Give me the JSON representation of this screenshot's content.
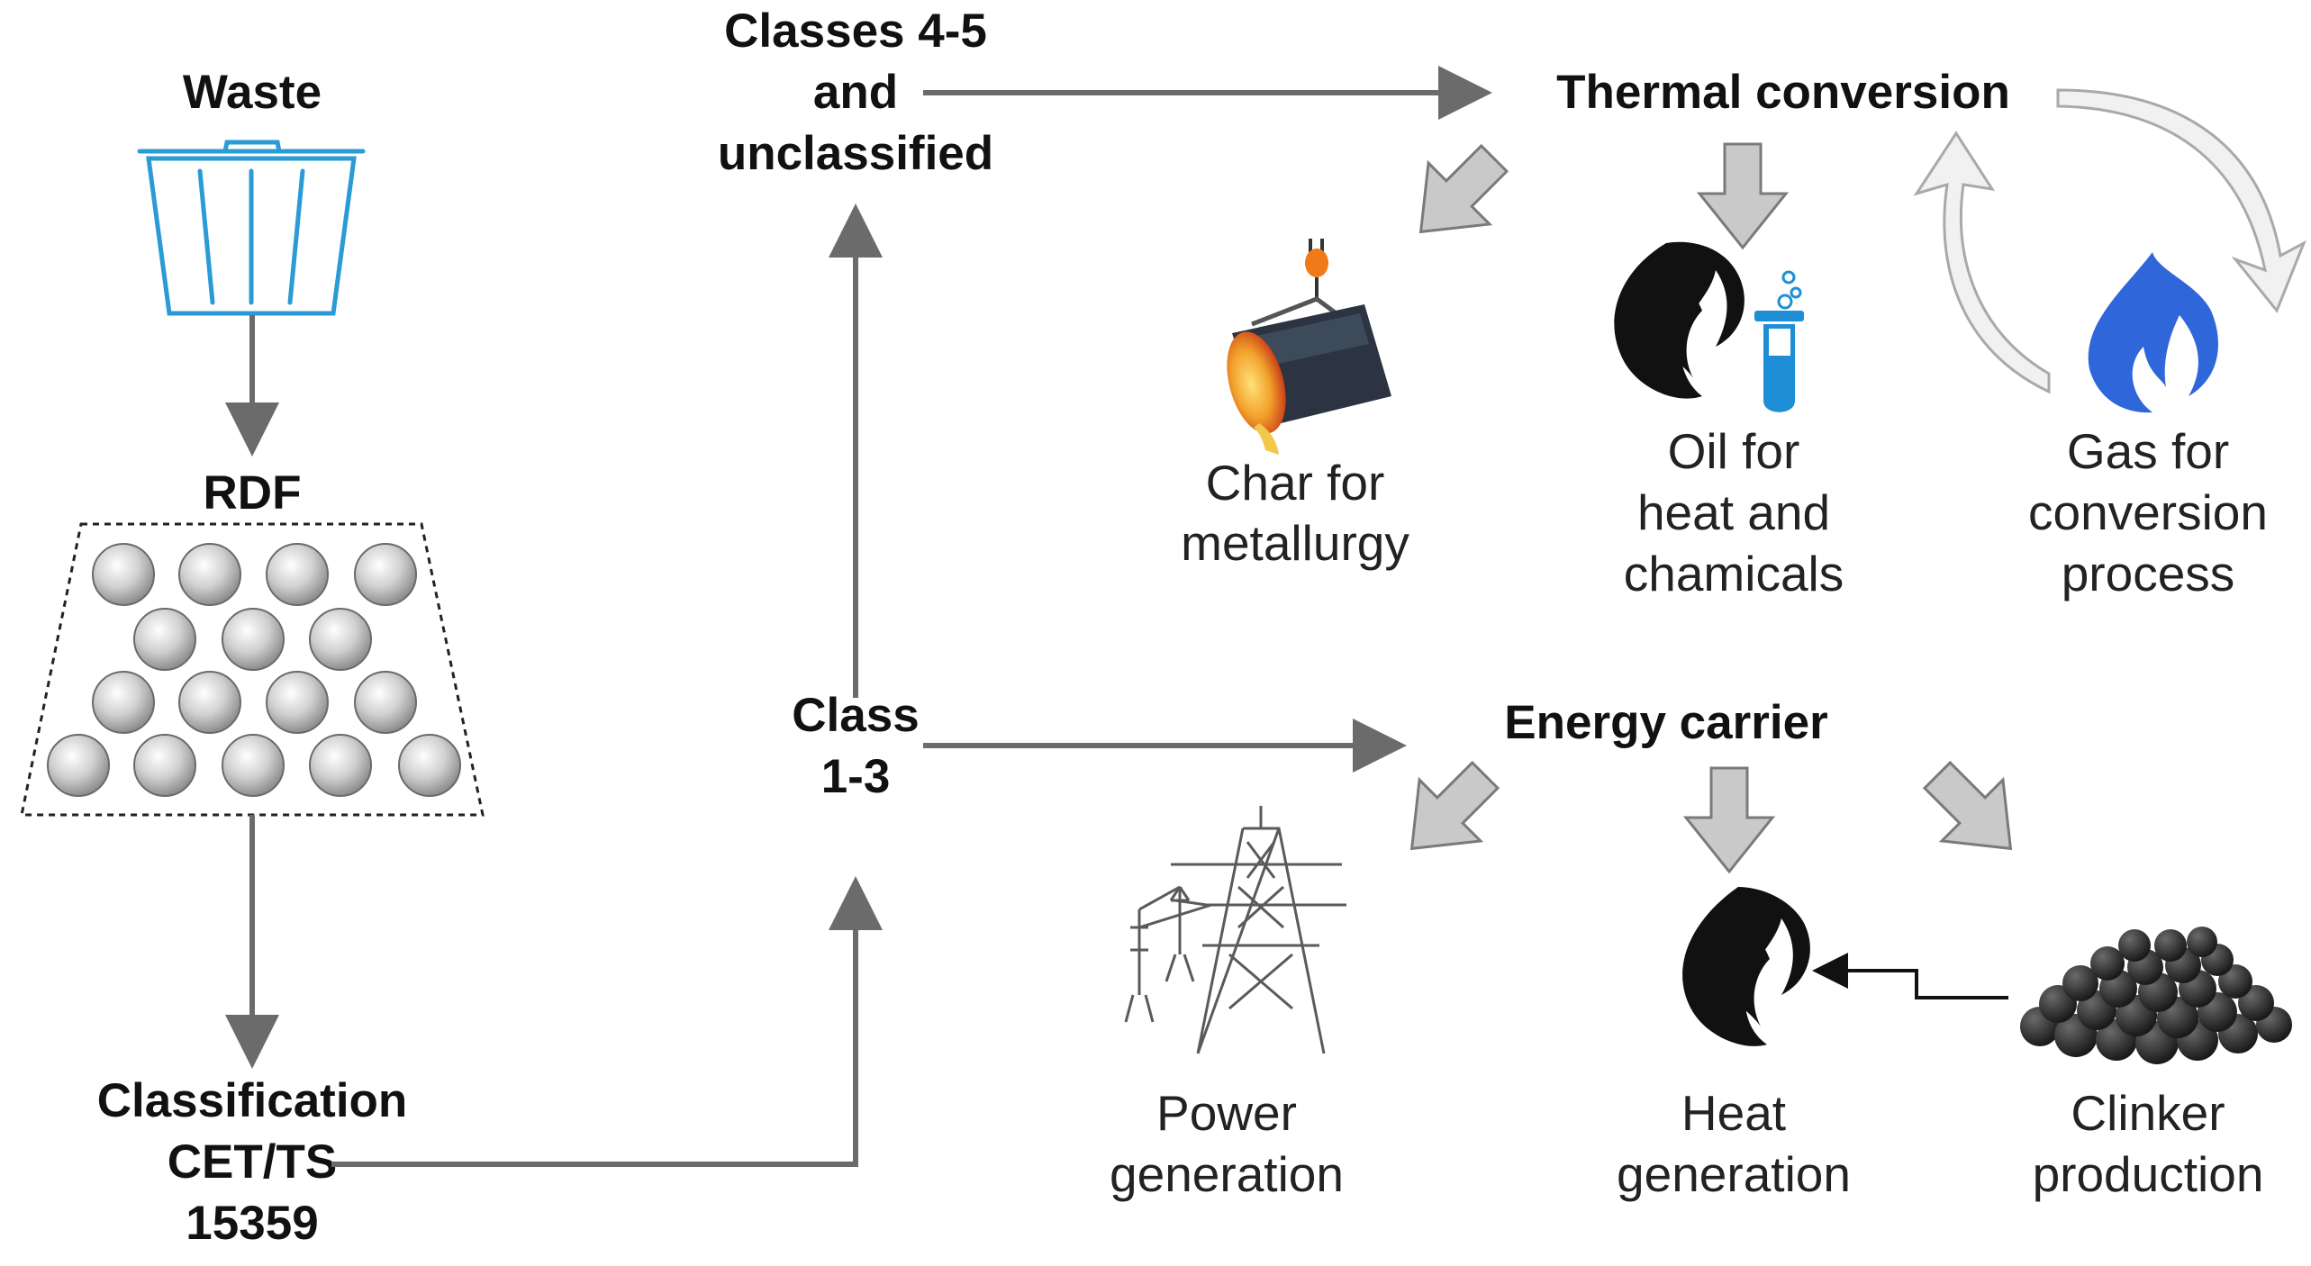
{
  "nodes": {
    "waste": "Waste",
    "rdf": "RDF",
    "classification": [
      "Classification",
      "CET/TS",
      "15359"
    ],
    "classes_4_5": [
      "Classes 4-5",
      "and",
      "unclassified"
    ],
    "class_1_3": [
      "Class",
      "1-3"
    ],
    "thermal_conversion": "Thermal conversion",
    "energy_carrier": "Energy carrier"
  },
  "outputs": {
    "char": [
      "Char for",
      "metallurgy"
    ],
    "oil": [
      "Oil for",
      "heat and",
      "chamicals"
    ],
    "gas": [
      "Gas for",
      "conversion",
      "process"
    ],
    "power": [
      "Power",
      "generation"
    ],
    "heat": [
      "Heat",
      "generation"
    ],
    "clinker": [
      "Clinker",
      "production"
    ]
  },
  "icons": {
    "waste": "trash-bin-icon",
    "rdf": "rdf-pellets-icon",
    "char": "ladle-pour-icon",
    "oil_flame": "black-flame-icon",
    "oil_tube": "test-tube-icon",
    "gas": "blue-flame-icon",
    "power": "power-pylon-icon",
    "heat": "black-flame-icon",
    "clinker": "clinker-pile-icon"
  },
  "colors": {
    "flow_line": "#6b6b6b",
    "block_arrow": "#c9c9c9",
    "bin": "#2b9bd6",
    "gas_flame": "#2f66d9",
    "test_tube": "#1e8fd6",
    "ladle_hook": "#f07a1a",
    "molten_metal": "#f2a12b"
  }
}
